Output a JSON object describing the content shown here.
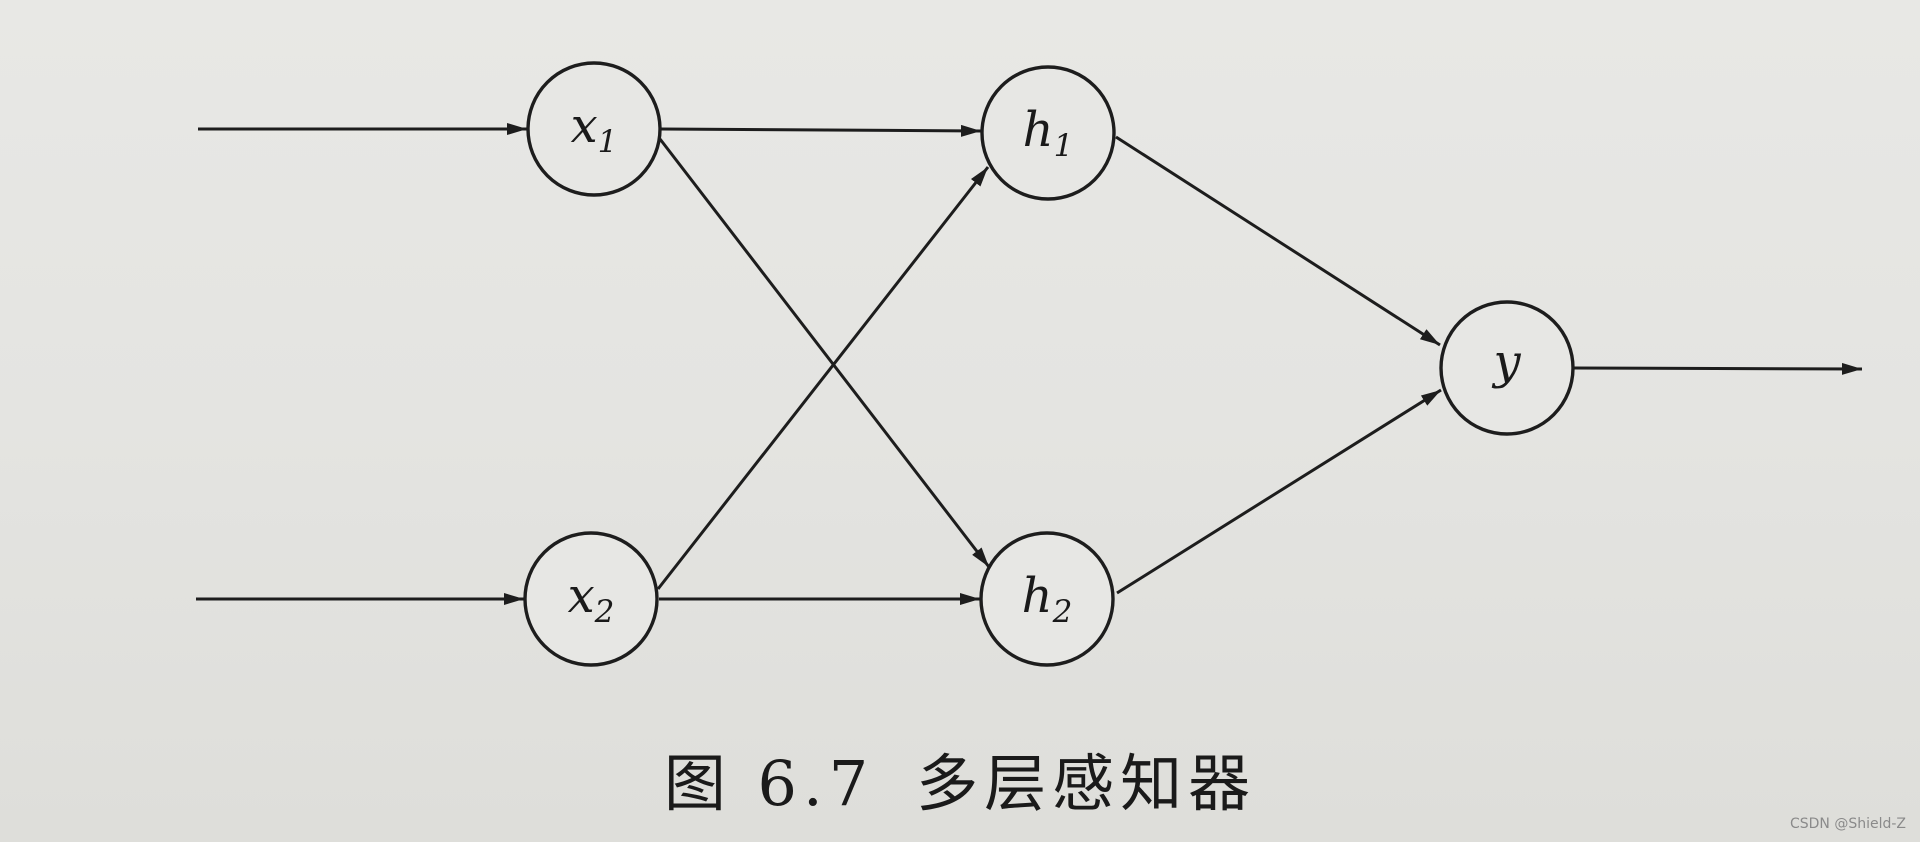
{
  "nodes": {
    "x1": {
      "base": "x",
      "sub": "1"
    },
    "x2": {
      "base": "x",
      "sub": "2"
    },
    "h1": {
      "base": "h",
      "sub": "1"
    },
    "h2": {
      "base": "h",
      "sub": "2"
    },
    "y": {
      "base": "y",
      "sub": ""
    }
  },
  "caption": {
    "figure_number": "图 6.7",
    "title": "多层感知器"
  },
  "watermark": "CSDN @Shield-Z"
}
